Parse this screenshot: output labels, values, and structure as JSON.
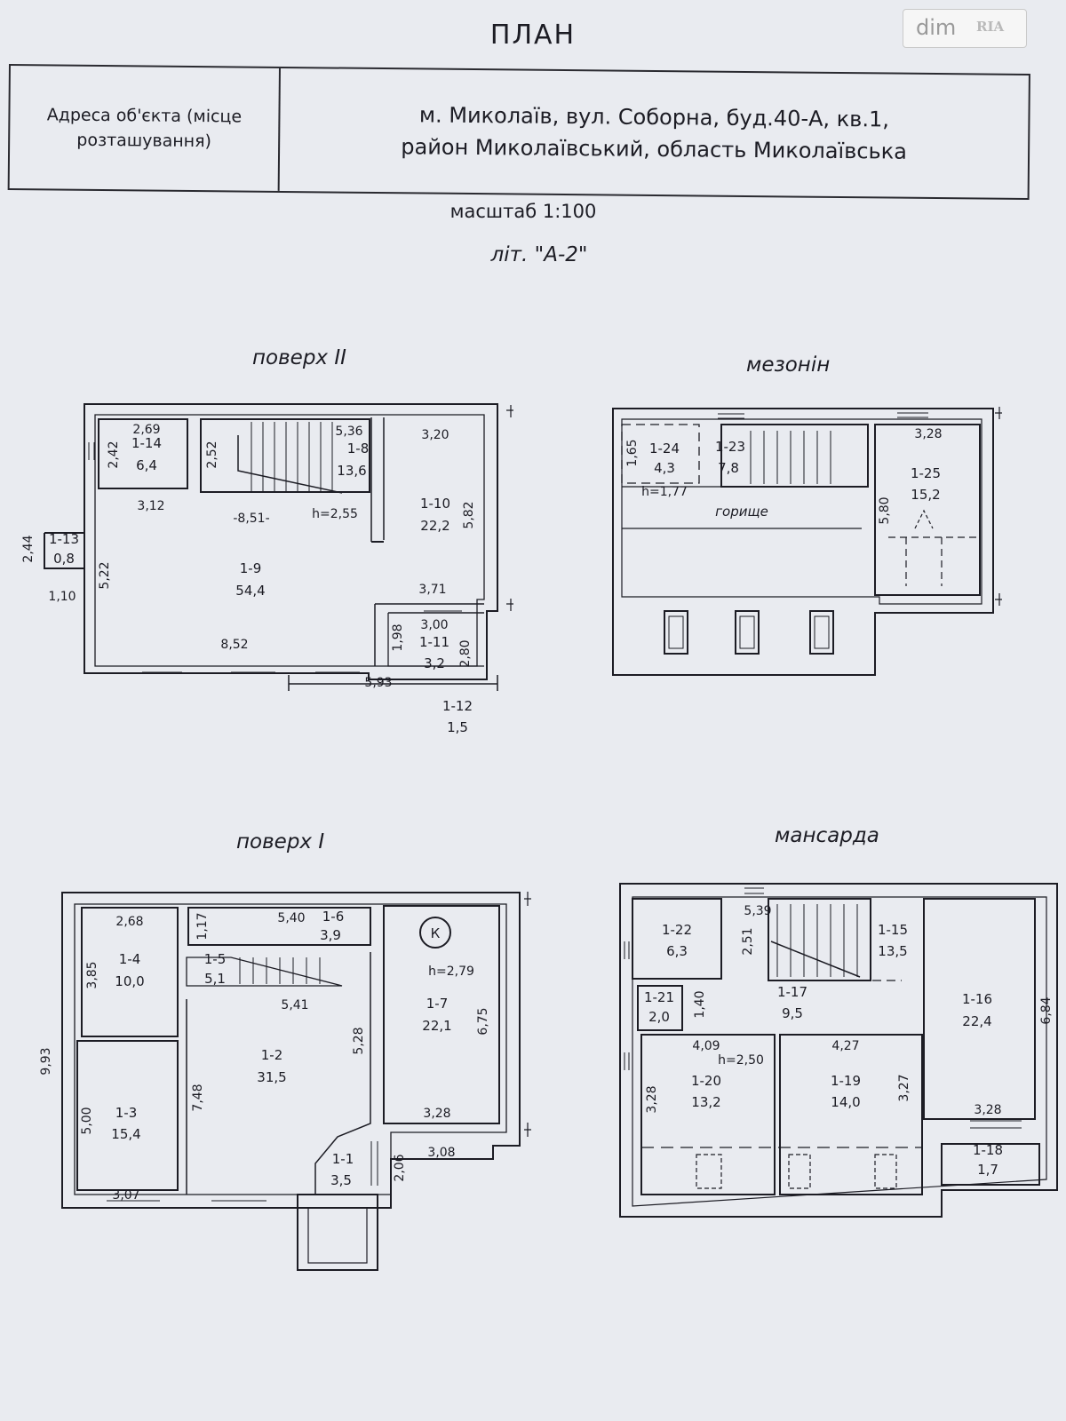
{
  "header": {
    "title": "ПЛАН",
    "watermark_dim": "dim",
    "watermark_ria": "RIA"
  },
  "address_table": {
    "label": "Адреса об'єкта (місце розташування)",
    "value_line1": "м. Миколаїв, вул. Соборна, буд.40-А, кв.1,",
    "value_line2": "район Миколаївський, область Миколаївська"
  },
  "scale": "масштаб 1:100",
  "litera": "літ. \"А-2\"",
  "floors": {
    "floor2": {
      "title": "поверх II",
      "rooms": [
        {
          "id": "1-14",
          "area": "6,4"
        },
        {
          "id": "1-8",
          "area": "13,6"
        },
        {
          "id": "1-10",
          "area": "22,2"
        },
        {
          "id": "1-13",
          "area": "0,8"
        },
        {
          "id": "1-9",
          "area": "54,4"
        },
        {
          "id": "1-11",
          "area": "3,2"
        },
        {
          "id": "1-12",
          "area": "1,5"
        }
      ],
      "dimensions": [
        "2,69",
        "2,42",
        "2,52",
        "5,36",
        "3,20",
        "3,12",
        "-8,51-",
        "h=2,55",
        "5,82",
        "2,44",
        "5,22",
        "1,10",
        "3,71",
        "3,00",
        "1,98",
        "2,80",
        "8,52",
        "5,93"
      ]
    },
    "mezzanine": {
      "title": "мезонін",
      "rooms": [
        {
          "id": "1-24",
          "area": "4,3"
        },
        {
          "id": "1-23",
          "area": "7,8"
        },
        {
          "id": "1-25",
          "area": "15,2"
        }
      ],
      "attic_label": "горище",
      "dimensions": [
        "1,65",
        "h=1,77",
        "3,28",
        "5,80"
      ]
    },
    "floor1": {
      "title": "поверх I",
      "rooms": [
        {
          "id": "1-4",
          "area": "10,0"
        },
        {
          "id": "1-6",
          "area": "3,9"
        },
        {
          "id": "1-5",
          "area": "5,1"
        },
        {
          "id": "1-7",
          "area": "22,1"
        },
        {
          "id": "1-3",
          "area": "15,4"
        },
        {
          "id": "1-2",
          "area": "31,5"
        },
        {
          "id": "1-1",
          "area": "3,5"
        }
      ],
      "boiler_mark": "К",
      "dimensions": [
        "2,68",
        "1,17",
        "5,40",
        "3,85",
        "h=2,79",
        "5,41",
        "5,28",
        "9,93",
        "7,48",
        "6,75",
        "5,00",
        "3,28",
        "3,08",
        "3,07",
        "2,06"
      ]
    },
    "attic": {
      "title": "мансарда",
      "rooms": [
        {
          "id": "1-22",
          "area": "6,3"
        },
        {
          "id": "1-15",
          "area": "13,5"
        },
        {
          "id": "1-21",
          "area": "2,0"
        },
        {
          "id": "1-17",
          "area": "9,5"
        },
        {
          "id": "1-16",
          "area": "22,4"
        },
        {
          "id": "1-20",
          "area": "13,2"
        },
        {
          "id": "1-19",
          "area": "14,0"
        },
        {
          "id": "1-18",
          "area": "1,7"
        }
      ],
      "dimensions": [
        "5,39",
        "2,51",
        "1,40",
        "4,09",
        "h=2,50",
        "4,27",
        "3,28",
        "3,27",
        "6,84",
        "3,28"
      ]
    }
  }
}
